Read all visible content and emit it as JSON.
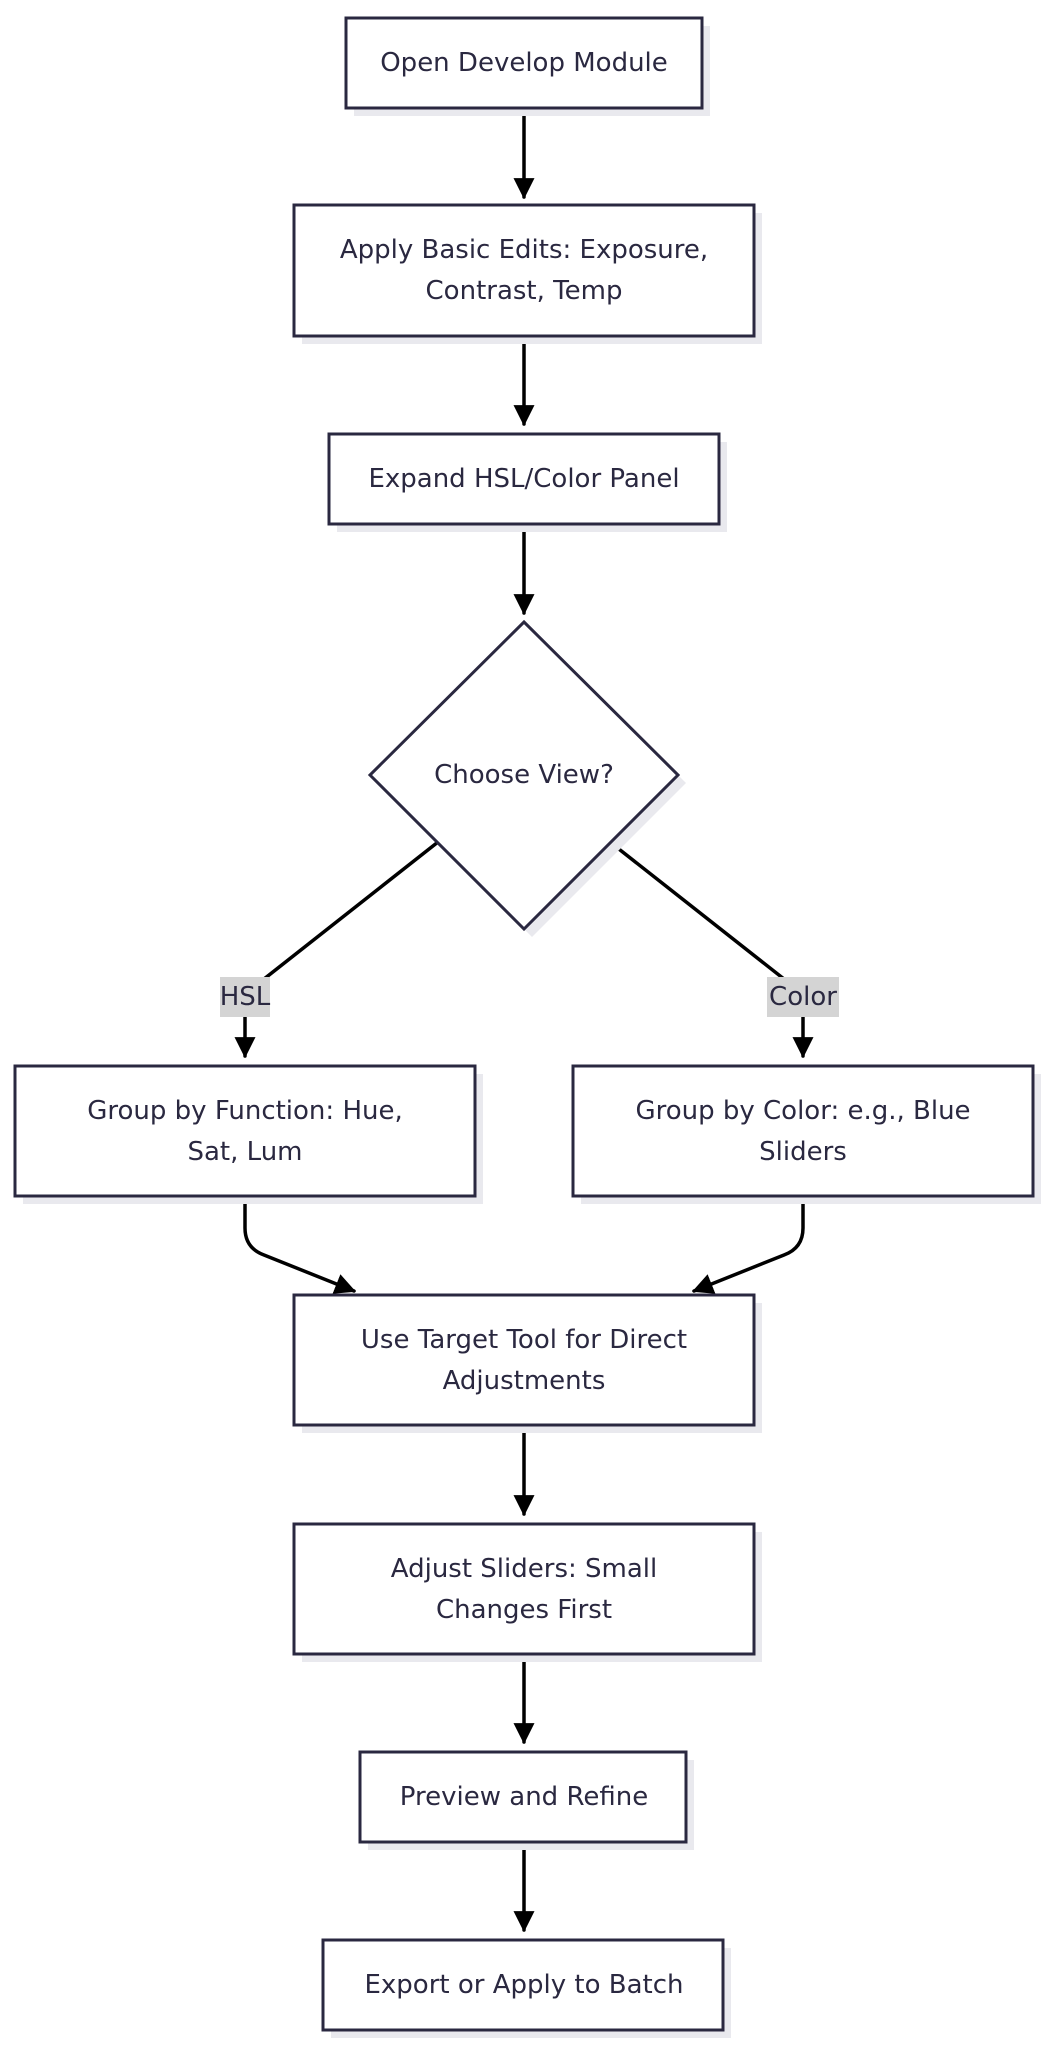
{
  "nodes": {
    "open_develop": "Open Develop Module",
    "basic_edits": [
      "Apply Basic Edits: Exposure,",
      "Contrast, Temp"
    ],
    "expand_panel": "Expand HSL/Color Panel",
    "choose_view": "Choose View?",
    "group_function": [
      "Group by Function: Hue,",
      "Sat, Lum"
    ],
    "group_color": [
      "Group by Color: e.g., Blue",
      "Sliders"
    ],
    "target_tool": [
      "Use Target Tool for Direct",
      "Adjustments"
    ],
    "adjust_sliders": [
      "Adjust Sliders: Small",
      "Changes First"
    ],
    "preview": "Preview and Refine",
    "export": "Export or Apply to Batch"
  },
  "edges": {
    "hsl_label": "HSL",
    "color_label": "Color"
  }
}
